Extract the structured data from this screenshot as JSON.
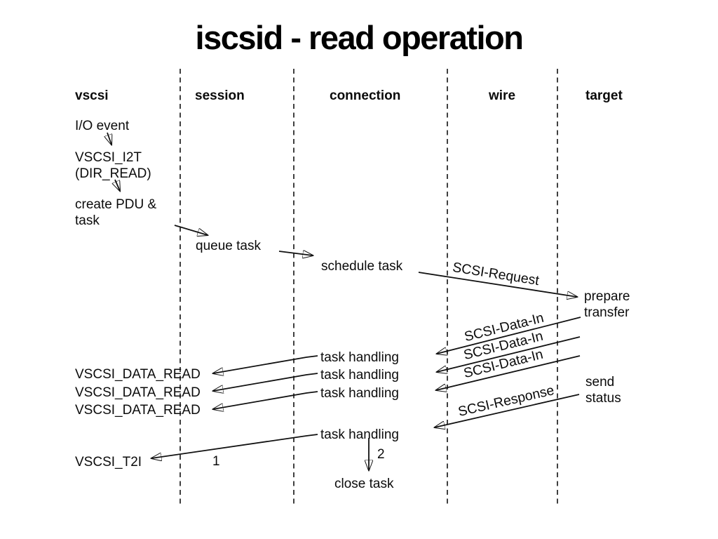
{
  "slide": {
    "title": "iscsid - read operation"
  },
  "columns": [
    {
      "id": "vscsi",
      "label": "vscsi"
    },
    {
      "id": "session",
      "label": "session"
    },
    {
      "id": "connection",
      "label": "connection"
    },
    {
      "id": "wire",
      "label": "wire"
    },
    {
      "id": "target",
      "label": "target"
    }
  ],
  "vscsi_steps": {
    "io_event": "I/O event",
    "i2t": "VSCSI_I2T",
    "i2t_arg": "(DIR_READ)",
    "create_pdu_line1": "create PDU &",
    "create_pdu_line2": "task",
    "data_read": [
      "VSCSI_DATA_READ",
      "VSCSI_DATA_READ",
      "VSCSI_DATA_READ"
    ],
    "t2i": "VSCSI_T2I"
  },
  "session_steps": {
    "queue_task": "queue task"
  },
  "connection_steps": {
    "schedule_task": "schedule task",
    "task_handling": [
      "task handling",
      "task handling",
      "task handling",
      "task handling"
    ],
    "close_task": "close task"
  },
  "wire_messages": {
    "request": "SCSI-Request",
    "data_in": [
      "SCSI-Data-In",
      "SCSI-Data-In",
      "SCSI-Data-In"
    ],
    "response": "SCSI-Response"
  },
  "target_steps": {
    "prepare_line1": "prepare",
    "prepare_line2": "transfer",
    "send_line1": "send",
    "send_line2": "status"
  },
  "step_numbers": {
    "one": "1",
    "two": "2"
  }
}
